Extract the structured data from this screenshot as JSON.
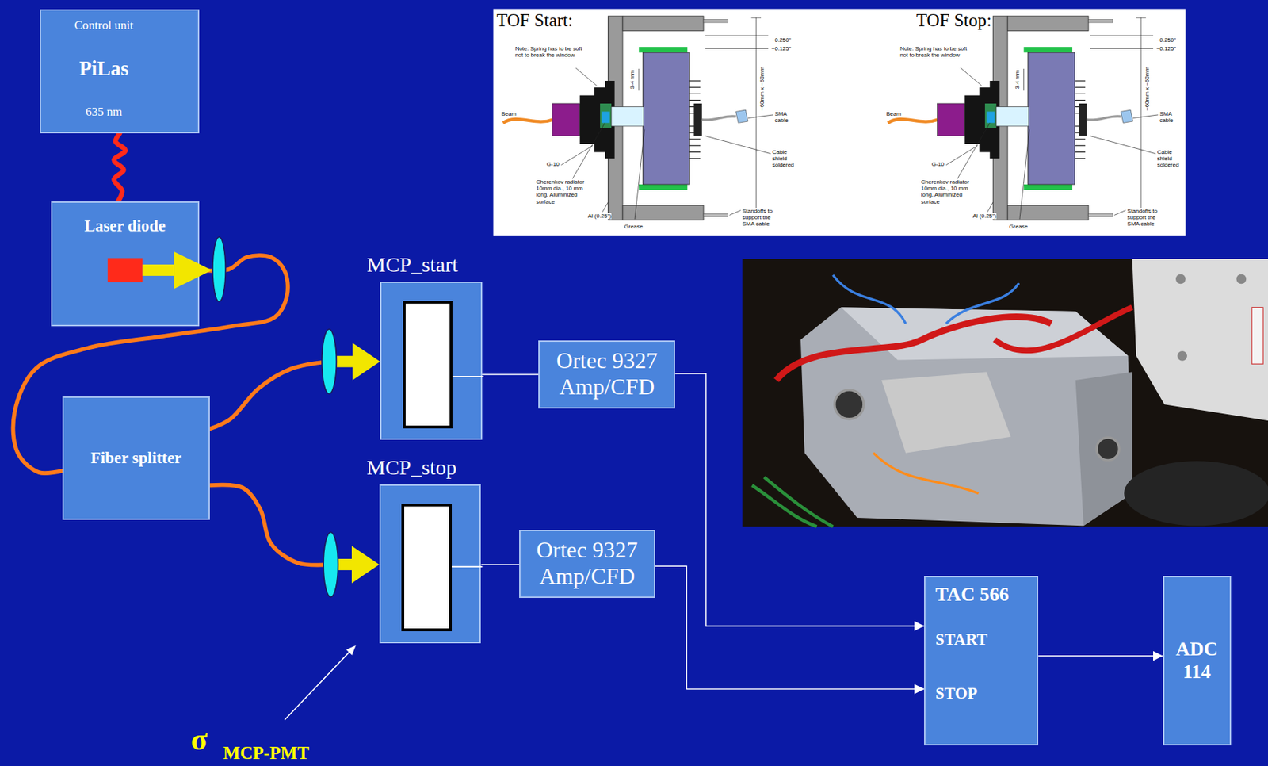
{
  "diagram": {
    "nodes": [
      {
        "text": [
          "Control unit",
          "PiLas",
          "635 nm"
        ]
      },
      {
        "text": [
          "Laser diode"
        ]
      },
      {
        "text": [
          "Fiber splitter"
        ]
      },
      {
        "text": [
          "MCP_start"
        ]
      },
      {
        "text": [
          "MCP_stop"
        ]
      },
      {
        "text": [
          "Ortec 9327 Amp/CFD"
        ]
      },
      {
        "text": [
          "Ortec 9327 Amp/CFD"
        ]
      },
      {
        "text": [
          "TAC 566",
          "START",
          "STOP"
        ]
      },
      {
        "text": [
          "ADC 114"
        ]
      }
    ],
    "edges": [
      {
        "from": 0,
        "to": 1,
        "arrow": "none"
      },
      {
        "from": 1,
        "to": 2,
        "arrow": "none"
      },
      {
        "from": 2,
        "to": 3,
        "arrow": "to"
      },
      {
        "from": 2,
        "to": 4,
        "arrow": "to"
      },
      {
        "from": 3,
        "to": 5,
        "arrow": "none"
      },
      {
        "from": 4,
        "to": 6,
        "arrow": "none"
      },
      {
        "from": 5,
        "to": 7,
        "arrow": "to"
      },
      {
        "from": 6,
        "to": 7,
        "arrow": "to"
      },
      {
        "from": 7,
        "to": 8,
        "arrow": "to"
      }
    ],
    "labels": [
      "TOF Start:",
      "Note: Spring has to be soft not to break the window",
      "Beam",
      "G-10",
      "Cherenkov radiator 10mm dia., 10 mm long, Aluminized surface",
      "Al (0.25\")",
      "Grease",
      "3-4 mm",
      "~60mm x ~60mm",
      "~0.250\"",
      "~0.125\"",
      "SMA cable",
      "Cable shield soldered",
      "Standoffs to support the SMA cable",
      "TOF Stop:",
      "Note: Spring has to be soft not to break the window",
      "Beam",
      "G-10",
      "Cherenkov radiator 10mm dia., 10 mm long, Aluminized surface",
      "Al (0.25\")",
      "Grease",
      "3-4 mm",
      "~60mm x ~60mm",
      "~0.250\"",
      "~0.125\"",
      "SMA cable",
      "Cable shield soldered",
      "Standoffs to support the SMA cable",
      "σ",
      "MCP-PMT"
    ]
  }
}
